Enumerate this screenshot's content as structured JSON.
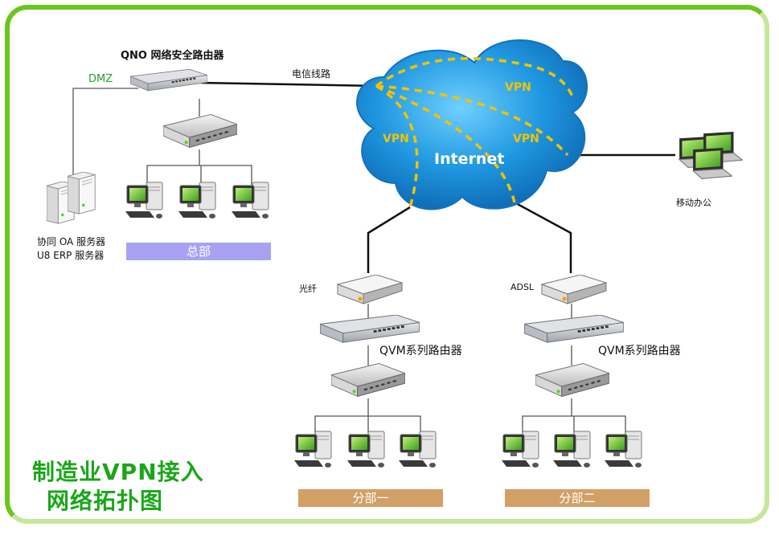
{
  "labels": {
    "qno_router": "QNO 网络安全路由器",
    "dmz": "DMZ",
    "telecom_line": "电信线路",
    "vpn": "VPN",
    "internet": "Internet",
    "mobile_office": "移动办公",
    "servers_line1": "协同 OA 服务器",
    "servers_line2": "U8 ERP 服务器",
    "fiber": "光纤",
    "adsl": "ADSL",
    "qvm_router": "QVM系列路由器"
  },
  "bars": {
    "headquarters": "总部",
    "branch1": "分部一",
    "branch2": "分部二"
  },
  "title": {
    "line1": "制造业VPN接入",
    "line2": "网络拓扑图"
  },
  "colors": {
    "frame": "#6cc51c",
    "cloud": "#1e8fd8",
    "vpn_dash": "#f2c200",
    "hq_bar": "#a7a3f2",
    "branch_bar": "#d2a067",
    "title": "#1aa61a"
  }
}
